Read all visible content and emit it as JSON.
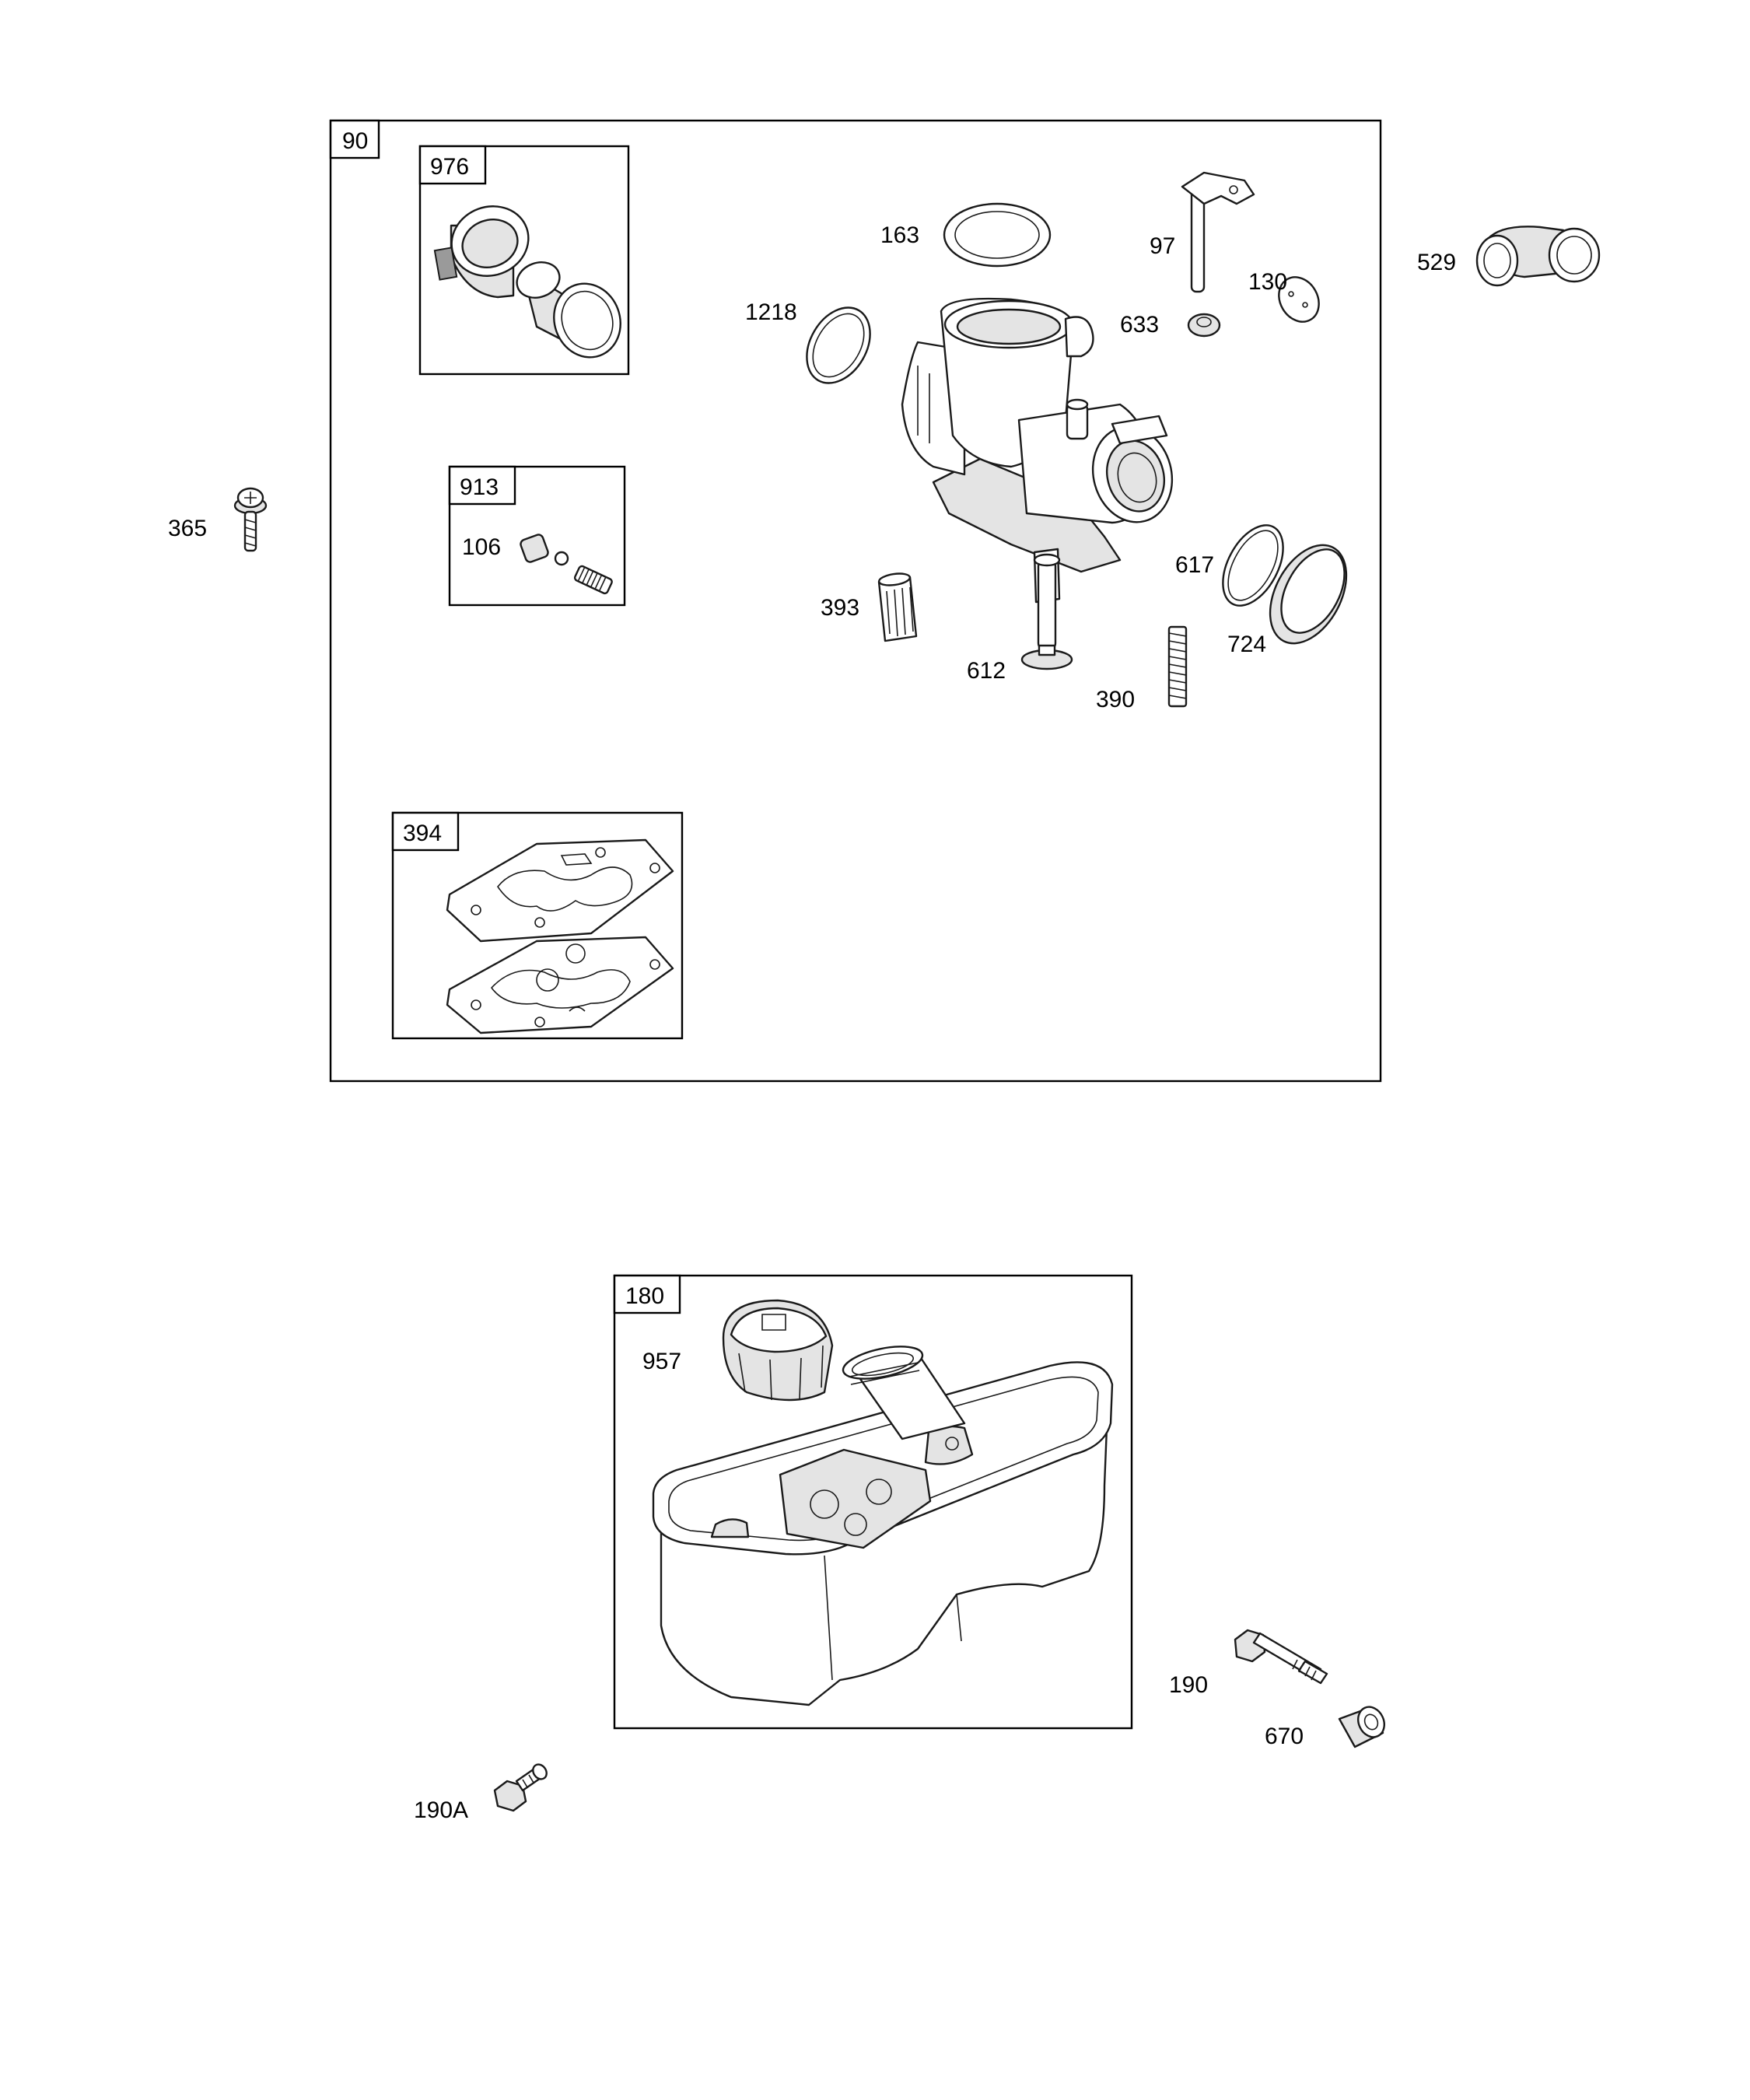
{
  "assemblies": {
    "carburetor_assembly": "90",
    "air_cleaner_kit": "976",
    "check_valve_kit": "913",
    "gasket_kit": "394",
    "fuel_tank_assembly": "180"
  },
  "callouts": {
    "p106": "106",
    "p163": "163",
    "p1218": "1218",
    "p97": "97",
    "p130": "130",
    "p633": "633",
    "p529": "529",
    "p365": "365",
    "p393": "393",
    "p612": "612",
    "p617": "617",
    "p724": "724",
    "p390": "390",
    "p957": "957",
    "p190": "190",
    "p670": "670",
    "p190A": "190A"
  }
}
